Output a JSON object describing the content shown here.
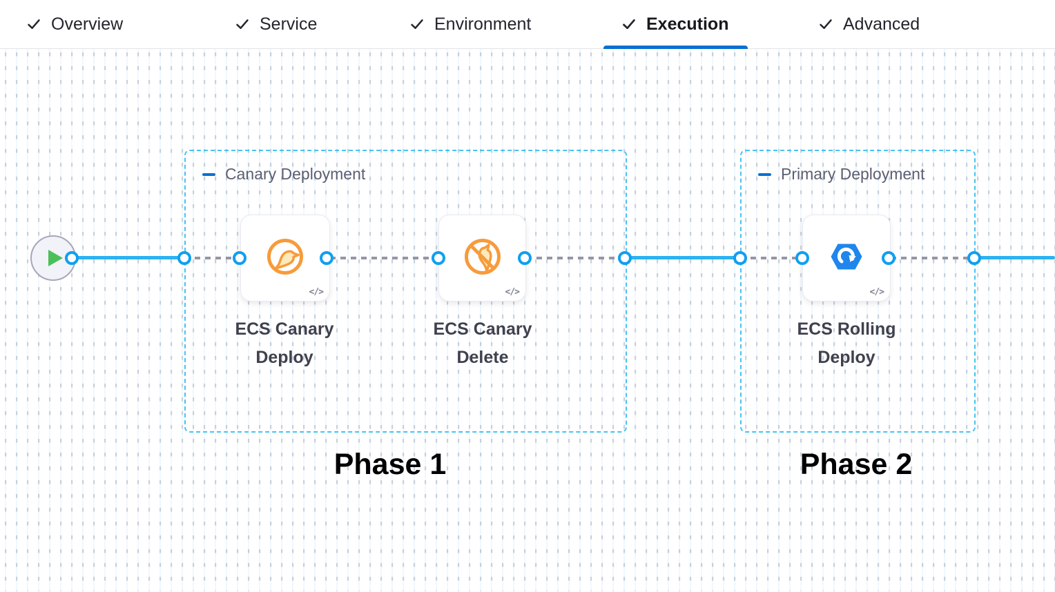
{
  "header_tabs": {
    "items": [
      {
        "label": "Overview",
        "checked": true,
        "active": false
      },
      {
        "label": "Service",
        "checked": true,
        "active": false
      },
      {
        "label": "Environment",
        "checked": true,
        "active": false
      },
      {
        "label": "Execution",
        "checked": true,
        "active": true
      },
      {
        "label": "Advanced",
        "checked": true,
        "active": false
      }
    ]
  },
  "pipeline": {
    "start_node": {
      "type": "start"
    },
    "groups": [
      {
        "title": "Canary Deployment",
        "phase_label": "Phase 1",
        "steps": [
          {
            "title_lines": [
              "ECS Canary",
              "Deploy"
            ],
            "icon": "canary-deploy-icon",
            "code_badge": "</>"
          },
          {
            "title_lines": [
              "ECS Canary",
              "Delete"
            ],
            "icon": "canary-delete-icon",
            "code_badge": "</>"
          }
        ]
      },
      {
        "title": "Primary Deployment",
        "phase_label": "Phase 2",
        "steps": [
          {
            "title_lines": [
              "ECS Rolling",
              "Deploy"
            ],
            "icon": "ecs-rolling-deploy-icon",
            "code_badge": "</>"
          }
        ]
      }
    ]
  },
  "colors": {
    "accent_blue": "#0b70cf",
    "connector_blue": "#2bb2f2",
    "port_blue": "#109ff0",
    "group_border_blue": "#46c3f2",
    "canary_orange": "#F79B3B",
    "ecs_blue": "#1E86EC",
    "start_green": "#4cbf5b",
    "tab_text": "#22252b",
    "group_title_text": "#5b5e72",
    "step_label_text": "#3f414e"
  }
}
